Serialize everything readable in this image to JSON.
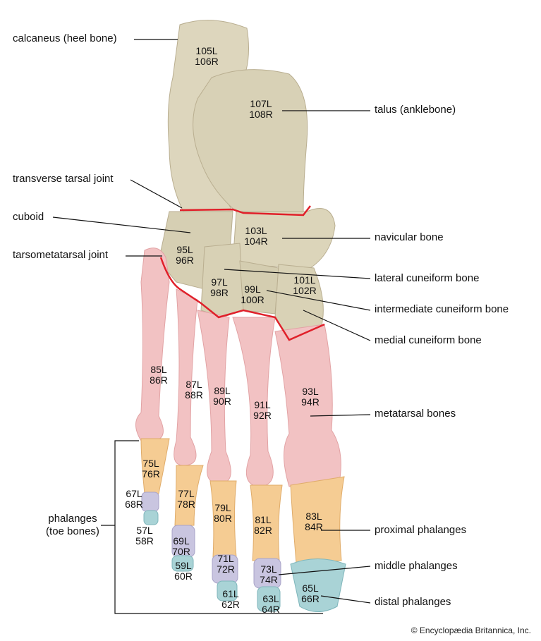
{
  "callouts": {
    "calcaneus": "calcaneus (heel bone)",
    "talus": "talus (anklebone)",
    "transverse": "transverse tarsal joint",
    "cuboid": "cuboid",
    "tarsometatarsal": "tarsometatarsal joint",
    "navicular": "navicular bone",
    "lateral_cuneiform": "lateral cuneiform bone",
    "intermediate_cuneiform": "intermediate cuneiform bone",
    "medial_cuneiform": "medial cuneiform bone",
    "metatarsal": "metatarsal bones",
    "phalanges_1": "phalanges",
    "phalanges_2": "(toe bones)",
    "proximal": "proximal phalanges",
    "middle": "middle phalanges",
    "distal": "distal phalanges"
  },
  "numbers": [
    [
      "105L",
      "106R"
    ],
    [
      "107L",
      "108R"
    ],
    [
      "103L",
      "104R"
    ],
    [
      "95L",
      "96R"
    ],
    [
      "101L",
      "102R"
    ],
    [
      "97L",
      "98R"
    ],
    [
      "99L",
      "100R"
    ],
    [
      "85L",
      "86R"
    ],
    [
      "87L",
      "88R"
    ],
    [
      "89L",
      "90R"
    ],
    [
      "91L",
      "92R"
    ],
    [
      "93L",
      "94R"
    ],
    [
      "75L",
      "76R"
    ],
    [
      "67L",
      "68R"
    ],
    [
      "57L",
      "58R"
    ],
    [
      "77L",
      "78R"
    ],
    [
      "79L",
      "80R"
    ],
    [
      "81L",
      "82R"
    ],
    [
      "83L",
      "84R"
    ],
    [
      "69L",
      "70R"
    ],
    [
      "71L",
      "72R"
    ],
    [
      "59L",
      "60R"
    ],
    [
      "73L",
      "74R"
    ],
    [
      "61L",
      "62R"
    ],
    [
      "63L",
      "64R"
    ],
    [
      "65L",
      "66R"
    ]
  ],
  "credit": "© Encyclopædia Britannica, Inc.",
  "colors": {
    "tarsal": "#ddd6bd",
    "metatarsal": "#f2c2c3",
    "proximal": "#f5cc93",
    "middle": "#c9c5e0",
    "distal": "#a9d3d6",
    "joint": "#e0202a"
  }
}
